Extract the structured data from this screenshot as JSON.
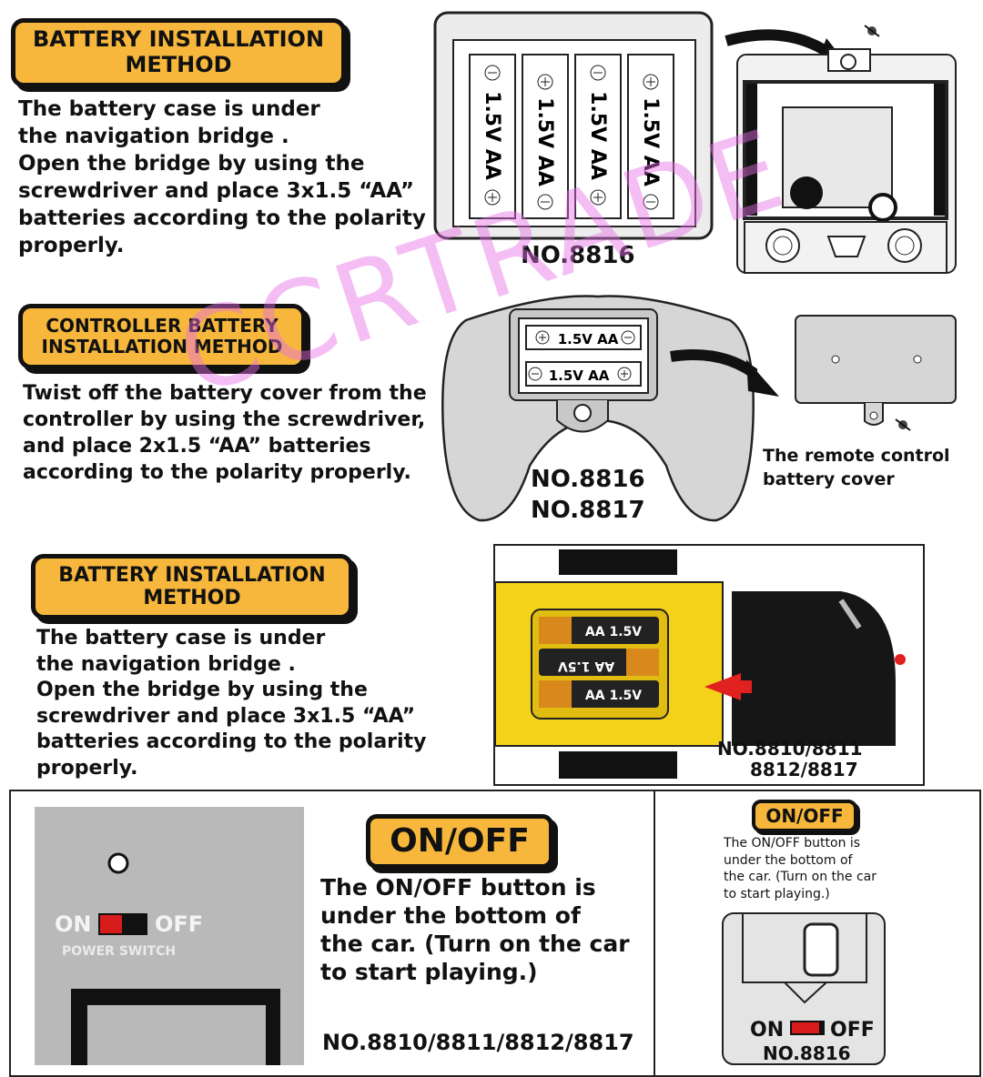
{
  "section1": {
    "title_line1": "BATTERY INSTALLATION",
    "title_line2": "METHOD",
    "body": [
      "The battery case is under",
      "the navigation bridge .",
      "Open the bridge by using the",
      "screwdriver and place 3x1.5 “AA”",
      "batteries according to the polarity",
      "properly."
    ],
    "battery_label": "1.5V AA",
    "model": "NO.8816"
  },
  "section2": {
    "title_line1": "CONTROLLER BATTERY",
    "title_line2": "INSTALLATION METHOD",
    "body": [
      "Twist off the battery cover from the",
      "controller by using the screwdriver,",
      "and place 2x1.5 “AA” batteries",
      "according to the polarity properly."
    ],
    "battery_label": "1.5V AA",
    "model_line1": "NO.8816",
    "model_line2": "NO.8817",
    "cover_caption_line1": "The remote control",
    "cover_caption_line2": "battery cover"
  },
  "section3": {
    "title_line1": "BATTERY INSTALLATION",
    "title_line2": "METHOD",
    "body": [
      "The battery case is under",
      "the navigation bridge .",
      "Open the bridge by using the",
      "screwdriver and place 3x1.5 “AA”",
      "batteries according to the polarity",
      "properly."
    ],
    "battery_label": "AA 1.5V",
    "model_line1": "NO.8810/8811",
    "model_line2": "8812/8817"
  },
  "section4": {
    "switch_on": "ON",
    "switch_off": "OFF",
    "switch_caption": "POWER SWITCH",
    "title": "ON/OFF",
    "body": [
      "The ON/OFF button is",
      "under the bottom of",
      "the car. (Turn on the car",
      "to start playing.)"
    ],
    "model": "NO.8810/8811/8812/8817"
  },
  "section5": {
    "title": "ON/OFF",
    "body": [
      "The ON/OFF button is",
      "under the bottom of",
      "the car. (Turn on the car",
      "to start playing.)"
    ],
    "switch_on": "ON",
    "switch_off": "OFF",
    "model": "NO.8816"
  },
  "watermark": "CCRTRADE",
  "colors": {
    "label_fill": "#f6b73c",
    "outline": "#111111",
    "switch_red": "#d81c1c",
    "battery_yellow": "#f5d21a"
  }
}
